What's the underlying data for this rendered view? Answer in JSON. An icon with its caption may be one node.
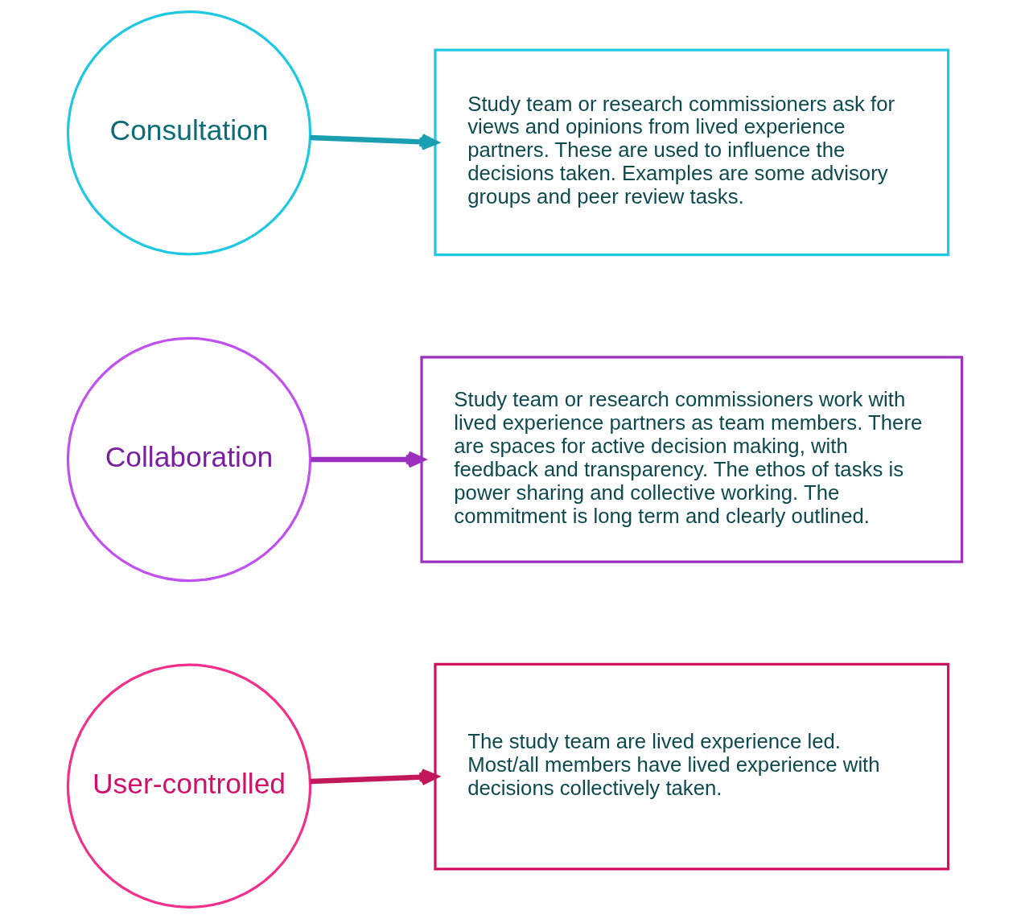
{
  "diagram": {
    "nodes": [
      {
        "text": [
          "Consultation"
        ]
      },
      {
        "text": [
          "Study team or research commissioners ask for views and opinions from lived experience partners. These are used to influence the decisions taken. Examples are some advisory groups and peer review tasks."
        ]
      },
      {
        "text": [
          "Collaboration"
        ]
      },
      {
        "text": [
          "Study team or research commissioners work with lived experience partners as team members. There are spaces for active decision making, with feedback and transparency. The ethos of tasks is power sharing and collective working. The commitment is long term and clearly outlined."
        ]
      },
      {
        "text": [
          "User-controlled"
        ]
      },
      {
        "text": [
          "The study team are lived experience led. Most/all members have lived experience with decisions collectively taken."
        ]
      }
    ],
    "edges": [
      {
        "from": 0,
        "to": 1,
        "arrow": "to",
        "color": "#1a9fb0"
      },
      {
        "from": 2,
        "to": 3,
        "arrow": "to",
        "color": "#9b2fc0"
      },
      {
        "from": 4,
        "to": 5,
        "arrow": "to",
        "color": "#c2185b"
      }
    ]
  }
}
